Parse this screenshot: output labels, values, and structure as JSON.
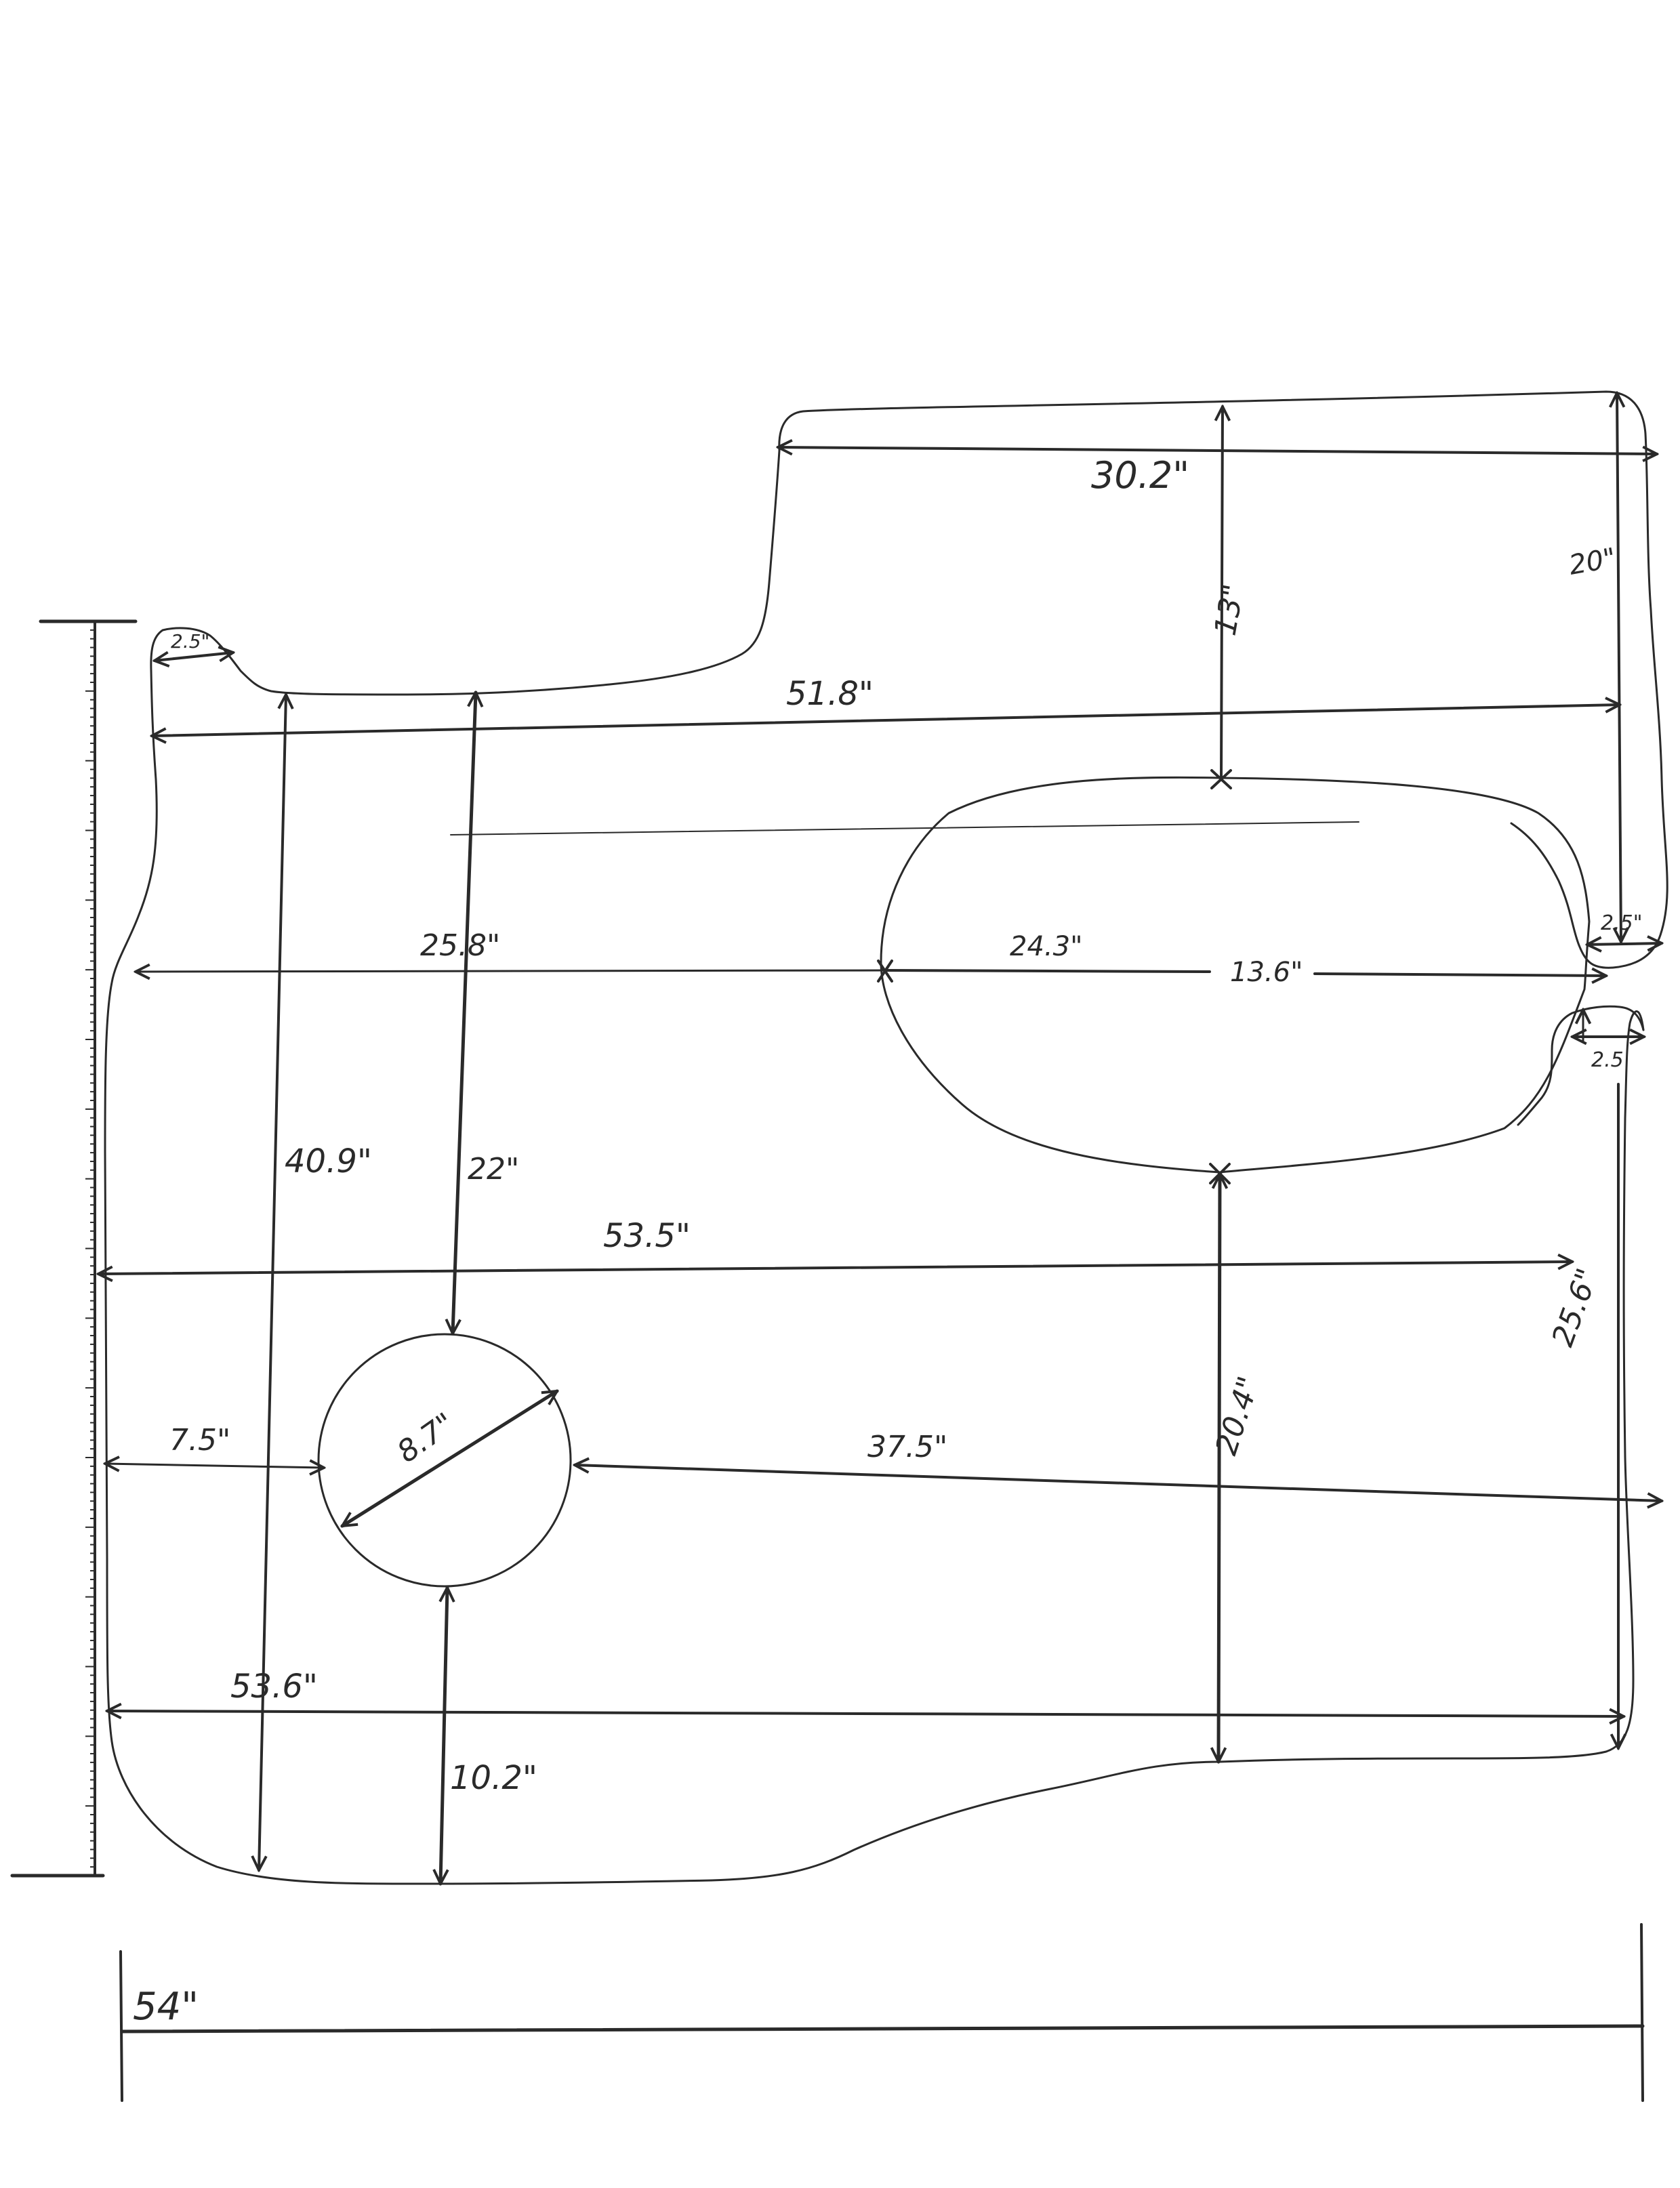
{
  "colors": {
    "paper": "#ffffff",
    "ink": "#2a2a2a"
  },
  "dimensions": {
    "top_width": "30.2\"",
    "right_top_height": "20\"",
    "center_top_height": "13\"",
    "top_left_notch": "2.5\"",
    "upper_width": "51.8\"",
    "mid_left_span": "25.8\"",
    "oval_width": "24.3\"",
    "oval_height": "13.6\"",
    "right_notch_upper": "2.5\"",
    "right_notch_lower": "2.5",
    "left_height": "40.9\"",
    "hole_vertical_top": "22\"",
    "full_width_mid": "53.5\"",
    "right_lower_height": "25.6\"",
    "hole_left_offset": "7.5\"",
    "hole_diameter": "8.7\"",
    "hole_right_span": "37.5\"",
    "center_lower_height": "20.4\"",
    "bottom_width": "53.6\"",
    "hole_vertical_bottom": "10.2\"",
    "overall_width": "54\""
  }
}
